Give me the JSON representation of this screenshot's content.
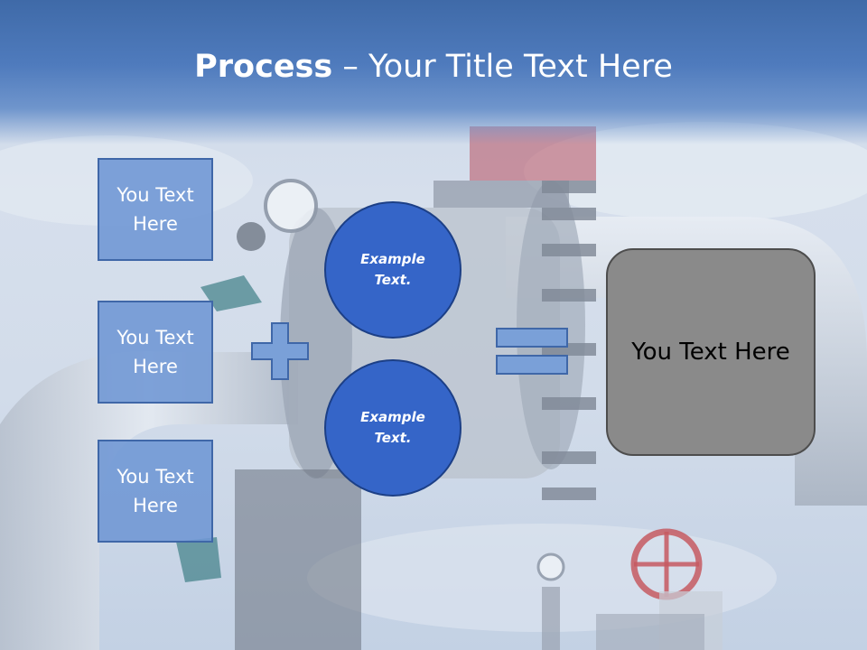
{
  "slide": {
    "title_bold": "Process",
    "title_rest": " – Your Title Text Here"
  },
  "left_boxes": [
    {
      "label": "You Text Here"
    },
    {
      "label": "You Text Here"
    },
    {
      "label": "You Text Here"
    }
  ],
  "circles": [
    {
      "label": "Example Text."
    },
    {
      "label": "Example Text."
    }
  ],
  "result_box": {
    "label": "You Text Here"
  },
  "operators": {
    "plus": "plus-icon",
    "equals": "equals-icon"
  },
  "colors": {
    "header": "#4f7bbd",
    "box_fill": "#6e96d4",
    "circle_fill": "#3565c8",
    "result_fill": "#8a8a8a"
  }
}
